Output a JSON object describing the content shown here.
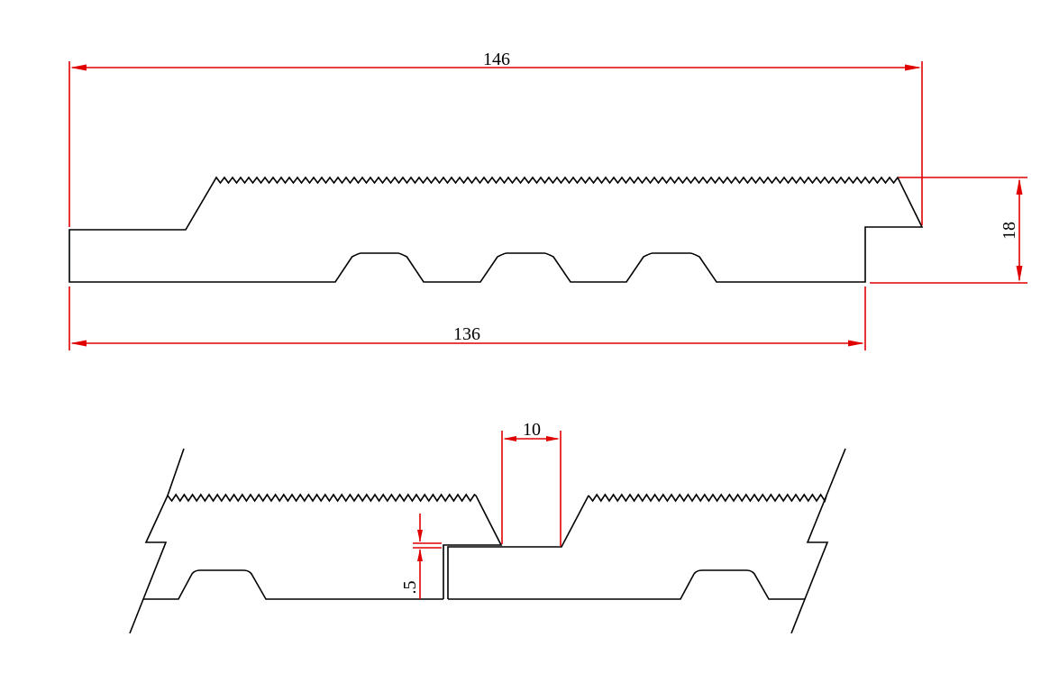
{
  "dimensions": {
    "total_width": "146",
    "body_width": "136",
    "thickness": "18",
    "joint_width": "10",
    "gap": ".5"
  },
  "colors": {
    "profile": "#000000",
    "dimension": "#e00000"
  }
}
